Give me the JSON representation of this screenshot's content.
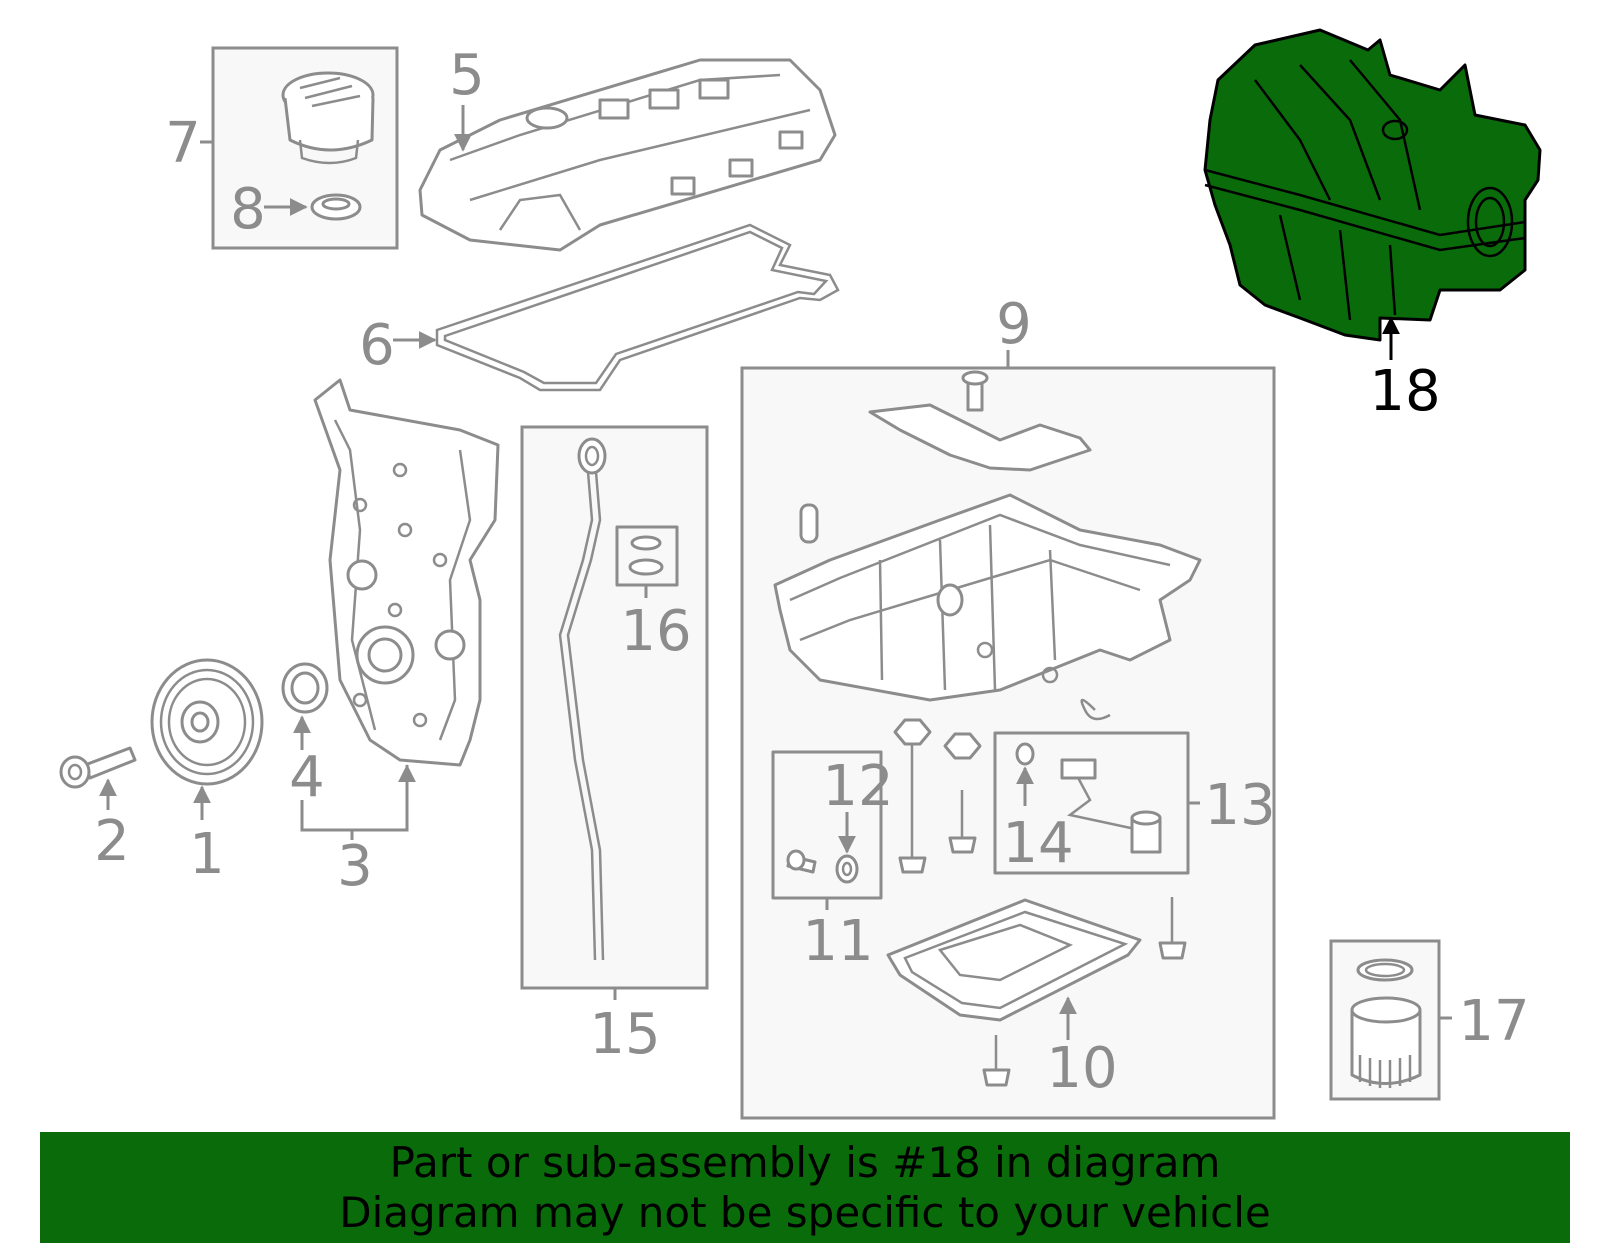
{
  "callouts": {
    "c1": "1",
    "c2": "2",
    "c3": "3",
    "c4": "4",
    "c5": "5",
    "c6": "6",
    "c7": "7",
    "c8": "8",
    "c9": "9",
    "c10": "10",
    "c11": "11",
    "c12": "12",
    "c13": "13",
    "c14": "14",
    "c15": "15",
    "c16": "16",
    "c17": "17",
    "c18": "18"
  },
  "highlight": {
    "part": "18",
    "color": "#0a6b0a"
  },
  "banner": {
    "line1": "Part or sub-assembly is #18 in diagram",
    "line2": "Diagram may not be specific to your vehicle",
    "background": "#0a6b0a"
  }
}
